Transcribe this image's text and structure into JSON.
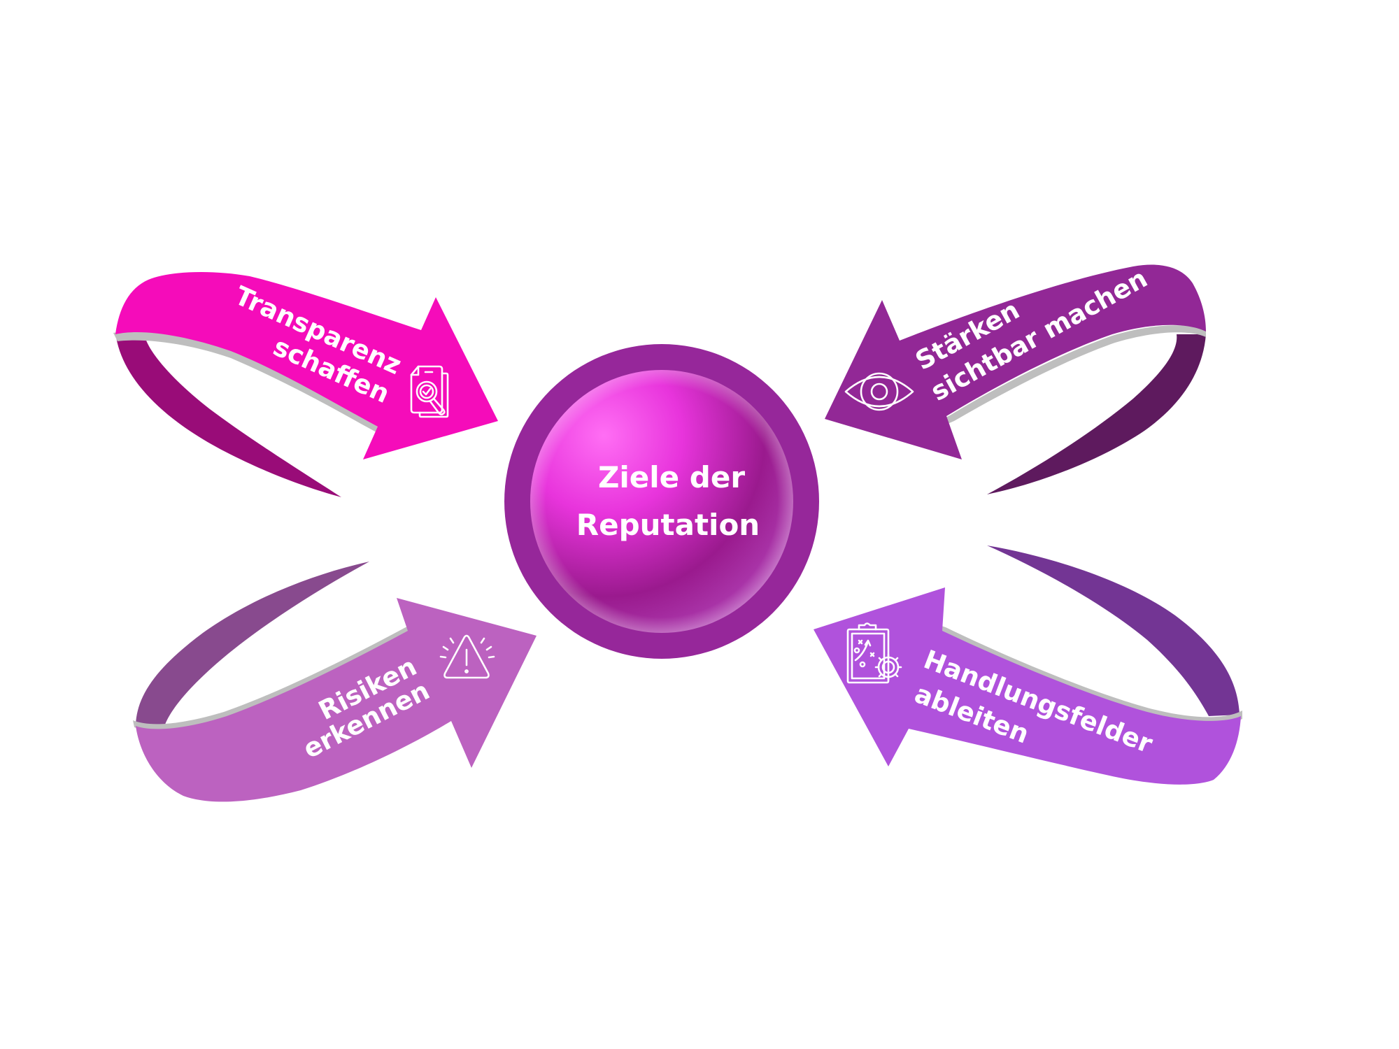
{
  "diagram": {
    "center": {
      "line1": "Ziele der",
      "line2": "Reputation",
      "ring_color": "#96279A",
      "sphere_highlight": "#FF5EF2",
      "sphere_mid": "#E030D6",
      "sphere_shadow": "#7E1478"
    },
    "goals": [
      {
        "position": "top-left",
        "line1": "Transparenz",
        "line2": "schaffen",
        "icon": "document-search-icon",
        "color": "#F50CBA",
        "tail_color": "#990C78",
        "direction": "points-to-center"
      },
      {
        "position": "top-right",
        "line1": "Stärken",
        "line2": "sichtbar machen",
        "icon": "eye-icon",
        "color": "#922896",
        "tail_color": "#5E1A5E",
        "direction": "points-to-center"
      },
      {
        "position": "bottom-left",
        "line1": "Risiken",
        "line2": "erkennen",
        "icon": "warning-icon",
        "color": "#BC62C0",
        "tail_color": "#884A8E",
        "direction": "points-to-center"
      },
      {
        "position": "bottom-right",
        "line1": "Handlungsfelder",
        "line2": "ableiten",
        "icon": "strategy-clipboard-gear-icon",
        "color": "#B052DC",
        "tail_color": "#733594",
        "direction": "points-to-center"
      }
    ],
    "edge_color": "#BEBEBE"
  }
}
